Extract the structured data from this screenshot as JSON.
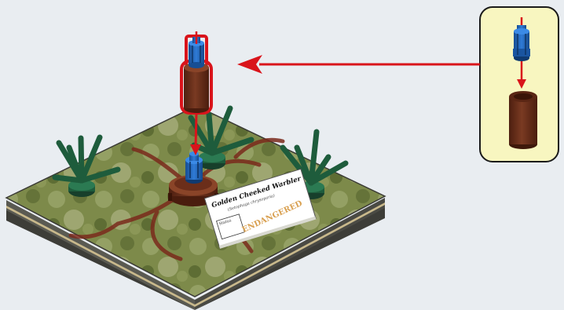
{
  "colors": {
    "background": "#e9edf1",
    "callout_fill": "#f8f6c0",
    "callout_border": "#1a1a1a",
    "pointer_red": "#d9141b",
    "brick_brown": "#6b2e1a",
    "stud_blue": "#1e63b8",
    "plant_green": "#1e5c3c",
    "base_green": "#6d7a3e",
    "base_edge": "#4a4a44"
  },
  "icons": {
    "callout": "assembly-step-callout",
    "arrow": "red-pointer-arrow",
    "part": "brown-round-brick-with-blue-stud"
  },
  "card": {
    "title": "Golden Cheeked Warbler",
    "subtitle": "(Setophaga chrysoparia)",
    "status_label": "Status",
    "status_stamp": "ENDANGERED"
  }
}
